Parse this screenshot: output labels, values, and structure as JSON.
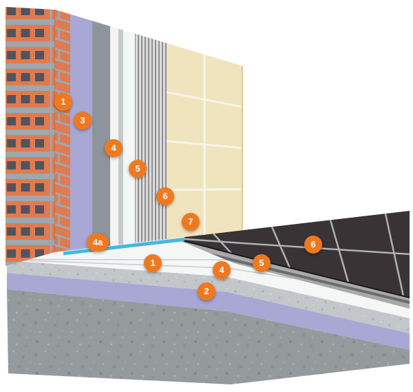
{
  "diagram": {
    "kind": "tiled-wall-and-floor-construction-cutaway",
    "badges": [
      {
        "label": "1",
        "area": "wall"
      },
      {
        "label": "3",
        "area": "wall"
      },
      {
        "label": "4",
        "area": "wall"
      },
      {
        "label": "5",
        "area": "wall"
      },
      {
        "label": "6",
        "area": "wall"
      },
      {
        "label": "7",
        "area": "wall"
      },
      {
        "label": "4a",
        "area": "wall-floor-junction"
      },
      {
        "label": "1",
        "area": "floor"
      },
      {
        "label": "2",
        "area": "floor"
      },
      {
        "label": "4",
        "area": "floor"
      },
      {
        "label": "5",
        "area": "floor"
      },
      {
        "label": "6",
        "area": "floor"
      }
    ]
  },
  "colors": {
    "badge": "#F0791F",
    "tape": "#45B7E2",
    "brick": "#E07A4F",
    "brick_mortar": "#9FA7AF",
    "brick_hole": "#50545E",
    "purple": "#A9A7D4",
    "gray_layer": "#8E949B",
    "light_gray": "#C7CACD",
    "white_layer": "#F4F4F3",
    "membrane": "#F5F6F6",
    "comb_base": "#DCDCDC",
    "comb_line": "#8F8F8F",
    "wall_tile": "#F0E4BE",
    "wall_grout": "#F8F5EA",
    "floor_tile": "#3A3335",
    "floor_grout": "#AEB2B4",
    "rib_base": "#A9A9A9",
    "rib_dark": "#6B6B6B",
    "screed": "#C3C7CA",
    "concrete": "#959A9C"
  }
}
